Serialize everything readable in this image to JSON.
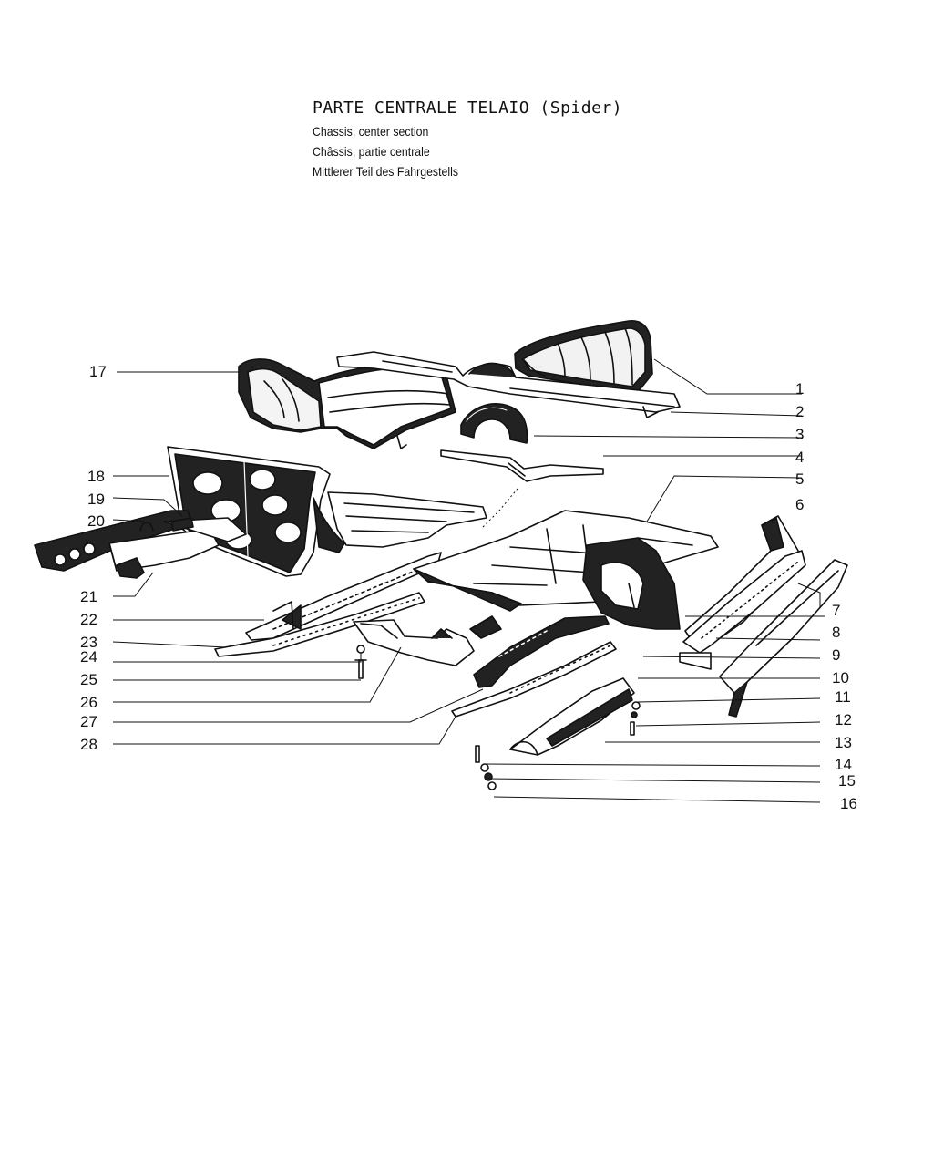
{
  "header": {
    "title": "PARTE CENTRALE TELAIO (Spider)",
    "subtitle_en": "Chassis, center section",
    "subtitle_fr": "Châssis, partie centrale",
    "subtitle_de": "Mittlerer Teil des Fahrgestells"
  },
  "callouts": {
    "c1": "1",
    "c2": "2",
    "c3": "3",
    "c4": "4",
    "c5": "5",
    "c6": "6",
    "c7": "7",
    "c8": "8",
    "c9": "9",
    "c10": "10",
    "c11": "11",
    "c12": "12",
    "c13": "13",
    "c14": "14",
    "c15": "15",
    "c16": "16",
    "c17": "17",
    "c18": "18",
    "c19": "19",
    "c20": "20",
    "c21": "21",
    "c22": "22",
    "c23": "23",
    "c24": "24",
    "c25": "25",
    "c26": "26",
    "c27": "27",
    "c28": "28"
  },
  "colors": {
    "ink": "#111111",
    "paper": "#ffffff"
  }
}
